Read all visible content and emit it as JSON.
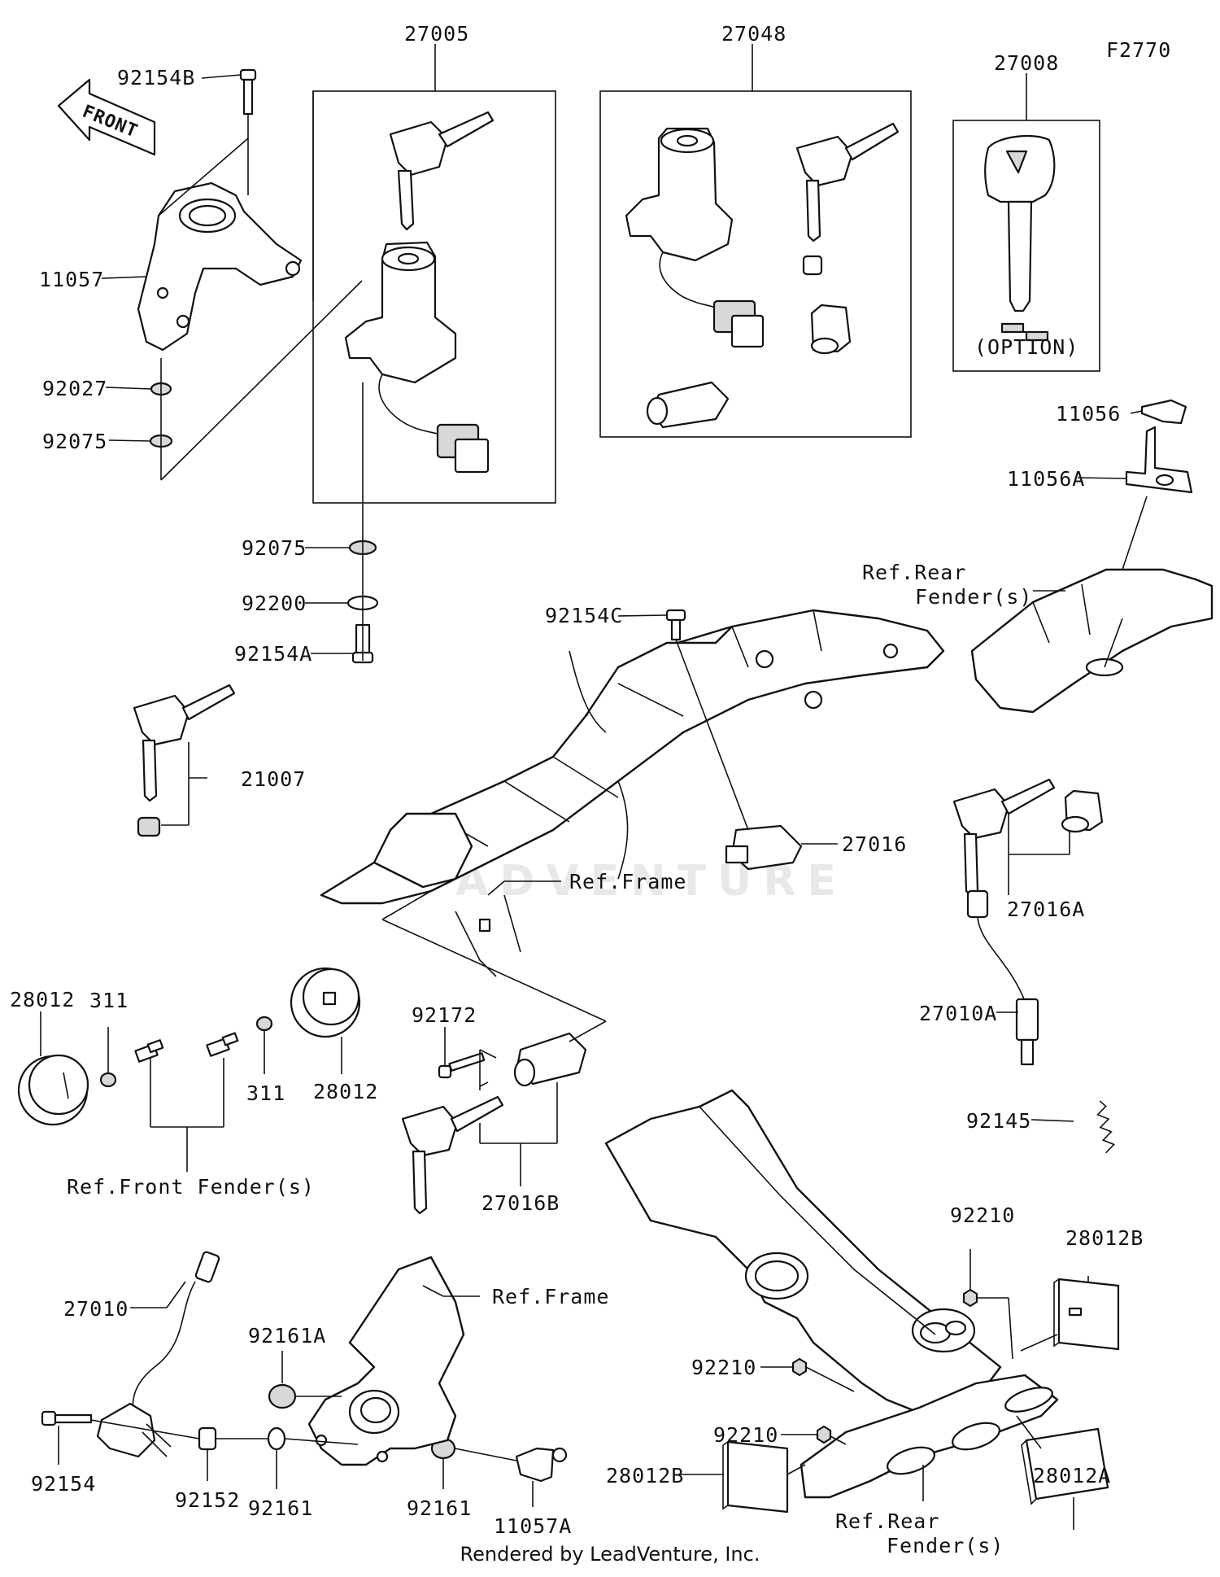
{
  "diagram": {
    "code": "F2770",
    "footer": "Rendered by LeadVenture, Inc.",
    "watermark": "ADVENTURE",
    "front_badge": "FRONT",
    "labels": {
      "l27005": "27005",
      "l27048": "27048",
      "l27008": "27008",
      "option": "(OPTION)",
      "l92154B": "92154B",
      "l11057": "11057",
      "l92027": "92027",
      "l92075a": "92075",
      "l92075b": "92075",
      "l92200": "92200",
      "l92154A": "92154A",
      "l92154C": "92154C",
      "l11056": "11056",
      "l11056A": "11056A",
      "refRearFender1a": "Ref.Rear",
      "refRearFender1b": "Fender(s)",
      "l21007": "21007",
      "l27016": "27016",
      "l27016A": "27016A",
      "refFrame1": "Ref.Frame",
      "l28012a": "28012",
      "l311a": "311",
      "l311b": "311",
      "l28012b": "28012",
      "refFrontFender": "Ref.Front Fender(s)",
      "l92172": "92172",
      "l27016B": "27016B",
      "l27010A": "27010A",
      "l92145": "92145",
      "l27010": "27010",
      "refFrame2": "Ref.Frame",
      "l92161A": "92161A",
      "l92154": "92154",
      "l92152": "92152",
      "l92161a": "92161",
      "l92161b": "92161",
      "l11057A": "11057A",
      "l92210a": "92210",
      "l92210b": "92210",
      "l92210c": "92210",
      "l28012B1": "28012B",
      "l28012B2": "28012B",
      "l28012A": "28012A",
      "refRearFender2a": "Ref.Rear",
      "refRearFender2b": "Fender(s)"
    }
  }
}
